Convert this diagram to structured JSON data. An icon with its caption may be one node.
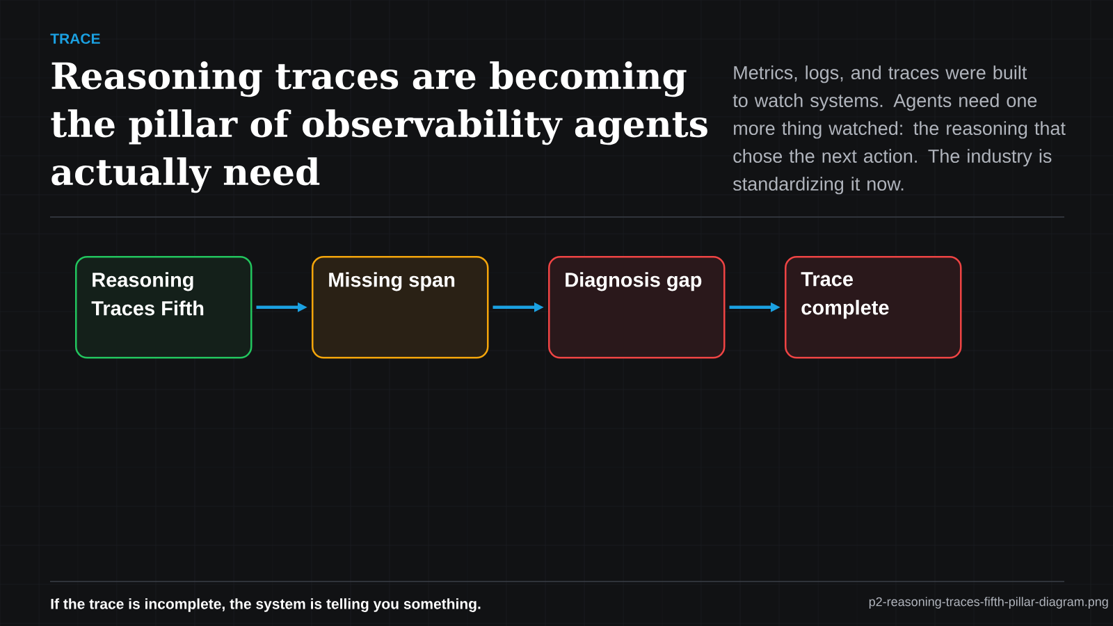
{
  "diagram": {
    "title": "Reasoning traces are becoming the pillar of observability agents actually need",
    "caption": "If the trace is incomplete, the system is telling you something.",
    "nodes": [
      {
        "text": [
          "Reasoning Traces Fifth"
        ]
      },
      {
        "text": [
          "Missing span"
        ]
      },
      {
        "text": [
          "Diagnosis gap"
        ]
      },
      {
        "text": [
          "Trace complete"
        ]
      }
    ],
    "edges": [
      {
        "from": 0,
        "to": 1,
        "arrow": "to"
      },
      {
        "from": 1,
        "to": 2,
        "arrow": "to"
      },
      {
        "from": 2,
        "to": 3,
        "arrow": "to"
      }
    ],
    "labels": [
      "TRACE",
      "Metrics, logs, and traces were built to watch systems. Agents need one more thing watched: the reasoning that chose the next action. The industry is standardizing it now.",
      "p2-reasoning-traces-fifth-pillar-diagram.png"
    ]
  }
}
